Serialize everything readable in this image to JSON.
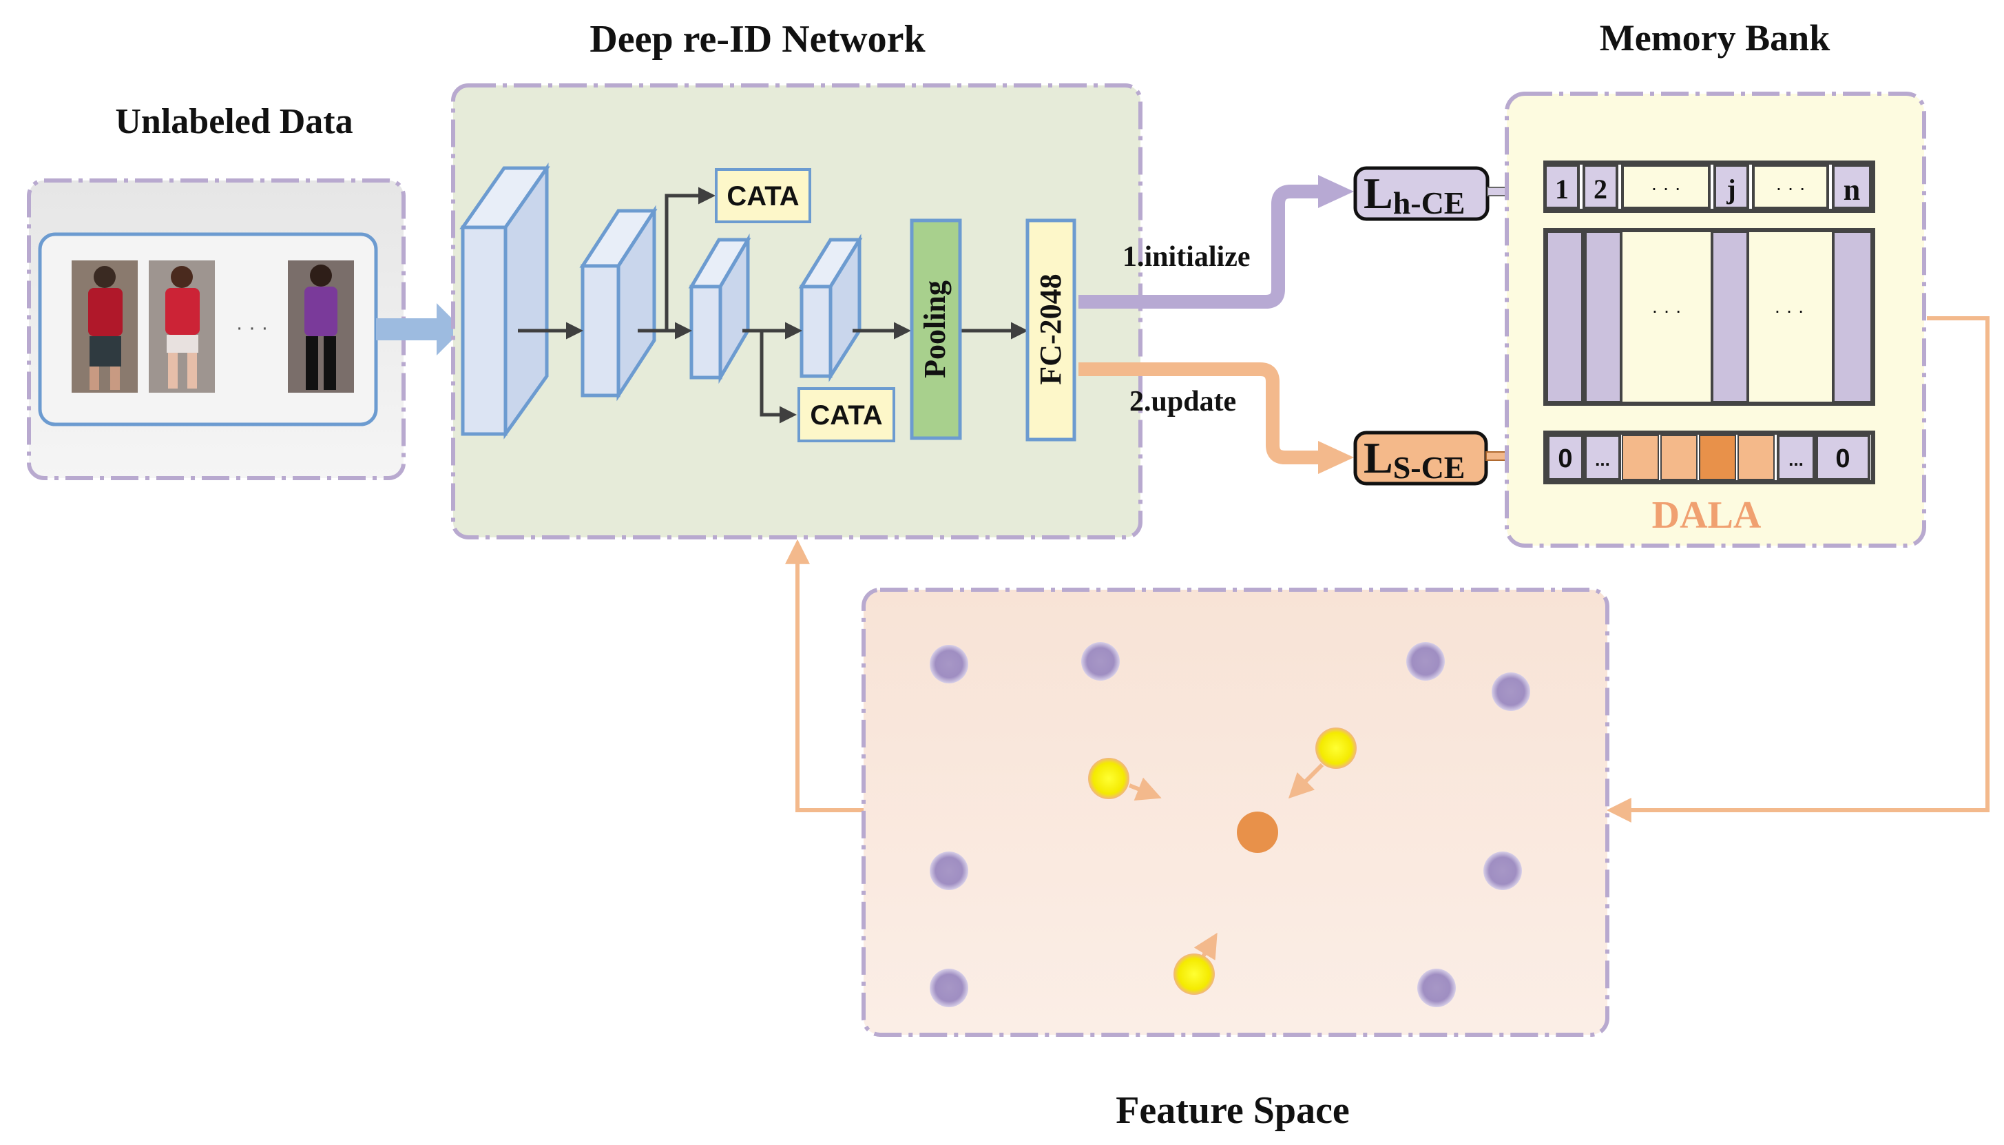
{
  "titles": {
    "unlabeled_data": "Unlabeled Data",
    "network": "Deep re-ID Network",
    "memory_bank": "Memory Bank",
    "feature_space": "Feature Space"
  },
  "input": {
    "ellipsis": "· · ·"
  },
  "network": {
    "cata_top": "CATA",
    "cata_bottom": "CATA",
    "pooling": "Pooling",
    "fc": "FC-2048"
  },
  "flow": {
    "initialize": "1.initialize",
    "update": "2.update"
  },
  "losses": {
    "hard": {
      "main": "L",
      "sub": "h-CE"
    },
    "soft": {
      "main": "L",
      "sub": "S-CE"
    }
  },
  "memory": {
    "index_cells": [
      "1",
      "2",
      "· · ·",
      "j",
      "· · ·",
      "n"
    ],
    "bank_dots": [
      "· · ·",
      "· · ·"
    ],
    "label_cells": [
      "0",
      "...",
      "",
      "",
      "",
      "",
      "...",
      "0"
    ],
    "dala": "DALA"
  },
  "colors": {
    "purple": "#b7a9d3",
    "orange": "#f3b98c",
    "deep_orange": "#e8914a",
    "blue_block": "#dce4f3",
    "blue_border": "#6c9bd0",
    "yellow_cell": "#fdf7c9",
    "pooling_green": "#a8d08d",
    "dash_border": "#b8a9cf"
  }
}
